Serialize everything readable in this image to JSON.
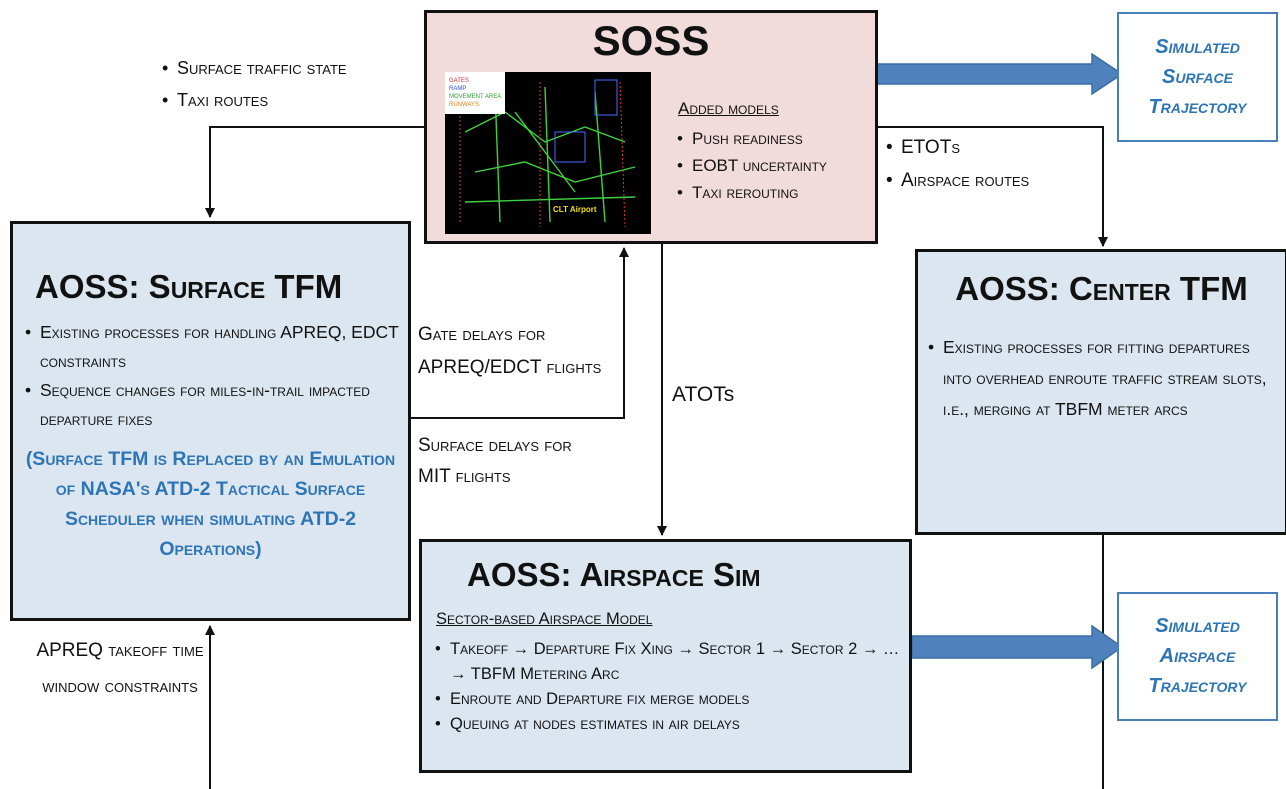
{
  "soss": {
    "title": "SOSS",
    "map_legend": [
      "GATES",
      "RAMP",
      "MOVEMENT AREA",
      "RUNWAYS"
    ],
    "map_label": "CLT Airport",
    "models_heading": "Added models",
    "models": [
      "Push readiness",
      "EOBT uncertainty",
      "Taxi rerouting"
    ]
  },
  "surface_tfm": {
    "title": "AOSS: Surface TFM",
    "bullets": [
      "Existing processes for handling APREQ, EDCT constraints",
      "Sequence changes for miles-in-trail impacted departure fixes"
    ],
    "note": "(Surface TFM is Replaced by an Emulation of NASA's ATD-2 Tactical Surface Scheduler when simulating ATD-2 Operations)"
  },
  "center_tfm": {
    "title": "AOSS: Center TFM",
    "bullets": [
      "Existing processes for fitting departures into overhead enroute traffic stream slots, i.e., merging at TBFM meter arcs"
    ]
  },
  "airspace_sim": {
    "title": "AOSS: Airspace Sim",
    "subheading": "Sector-based Airspace Model",
    "bullets": [
      "Takeoff → Departure Fix Xing → Sector 1 → Sector 2 → … → TBFM Metering Arc",
      "Enroute and Departure fix merge models",
      "Queuing at nodes estimates in air delays"
    ]
  },
  "outputs": {
    "surface": "Simulated Surface Trajectory",
    "airspace": "Simulated Airspace Trajectory"
  },
  "labels": {
    "soss_to_surface": [
      "Surface traffic state",
      "Taxi routes"
    ],
    "soss_to_center": [
      "ETOTs",
      "Airspace routes"
    ],
    "gate_delays": "Gate delays for APREQ/EDCT flights",
    "surface_delays": "Surface delays for MIT flights",
    "atots": "ATOTs",
    "apreq": "APREQ takeoff time window constraints"
  },
  "colors": {
    "box_blue": "#dce6f1",
    "box_pink": "#f2dcdb",
    "output_text": "#2e75b6",
    "big_arrow": "#4f81bd",
    "note_text": "#2e75b6"
  }
}
